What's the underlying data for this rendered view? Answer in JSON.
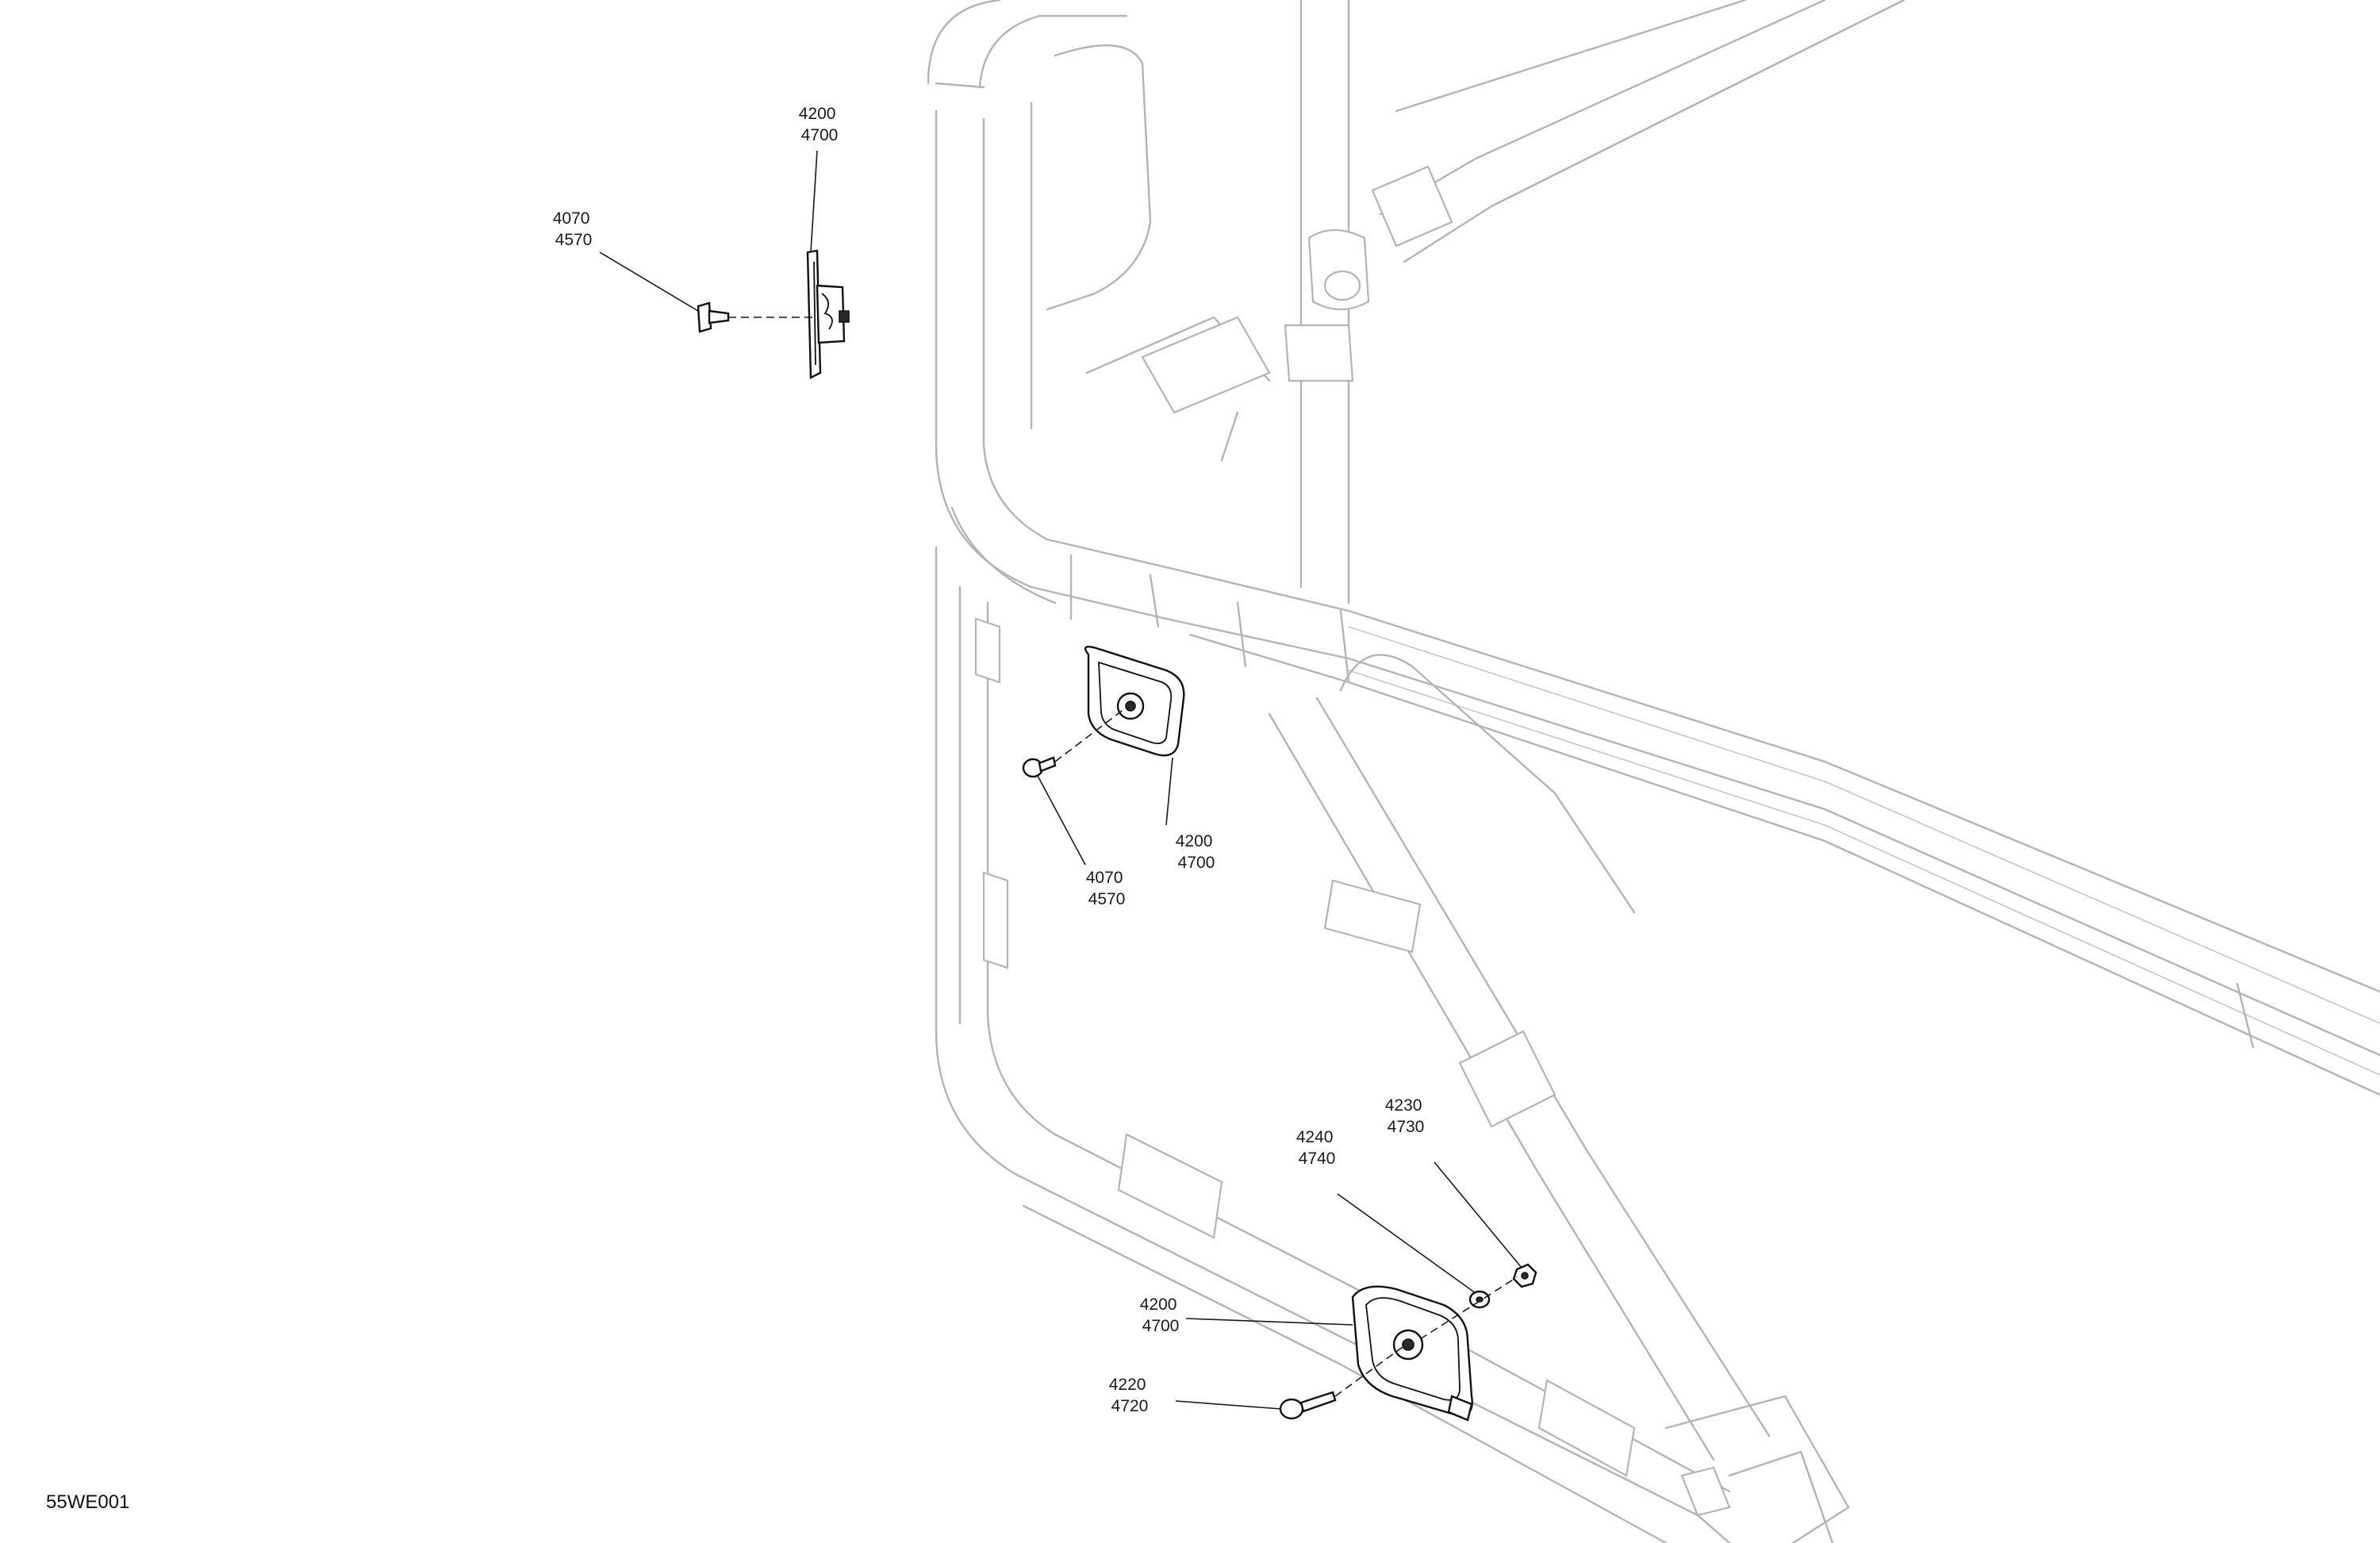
{
  "diagram_ref": "55WE001",
  "callouts": [
    {
      "id": "c1",
      "lines": [
        "4200",
        "4700"
      ]
    },
    {
      "id": "c2",
      "lines": [
        "4070",
        "4570"
      ]
    },
    {
      "id": "c3",
      "lines": [
        "4200",
        "4700"
      ]
    },
    {
      "id": "c4",
      "lines": [
        "4070",
        "4570"
      ]
    },
    {
      "id": "c5",
      "lines": [
        "4230",
        "4730"
      ]
    },
    {
      "id": "c6",
      "lines": [
        "4240",
        "4740"
      ]
    },
    {
      "id": "c7",
      "lines": [
        "4200",
        "4700"
      ]
    },
    {
      "id": "c8",
      "lines": [
        "4220",
        "4720"
      ]
    }
  ],
  "colors": {
    "background": "#ffffff",
    "frame_outline": "#b4b4b4",
    "parts": "#111111"
  }
}
